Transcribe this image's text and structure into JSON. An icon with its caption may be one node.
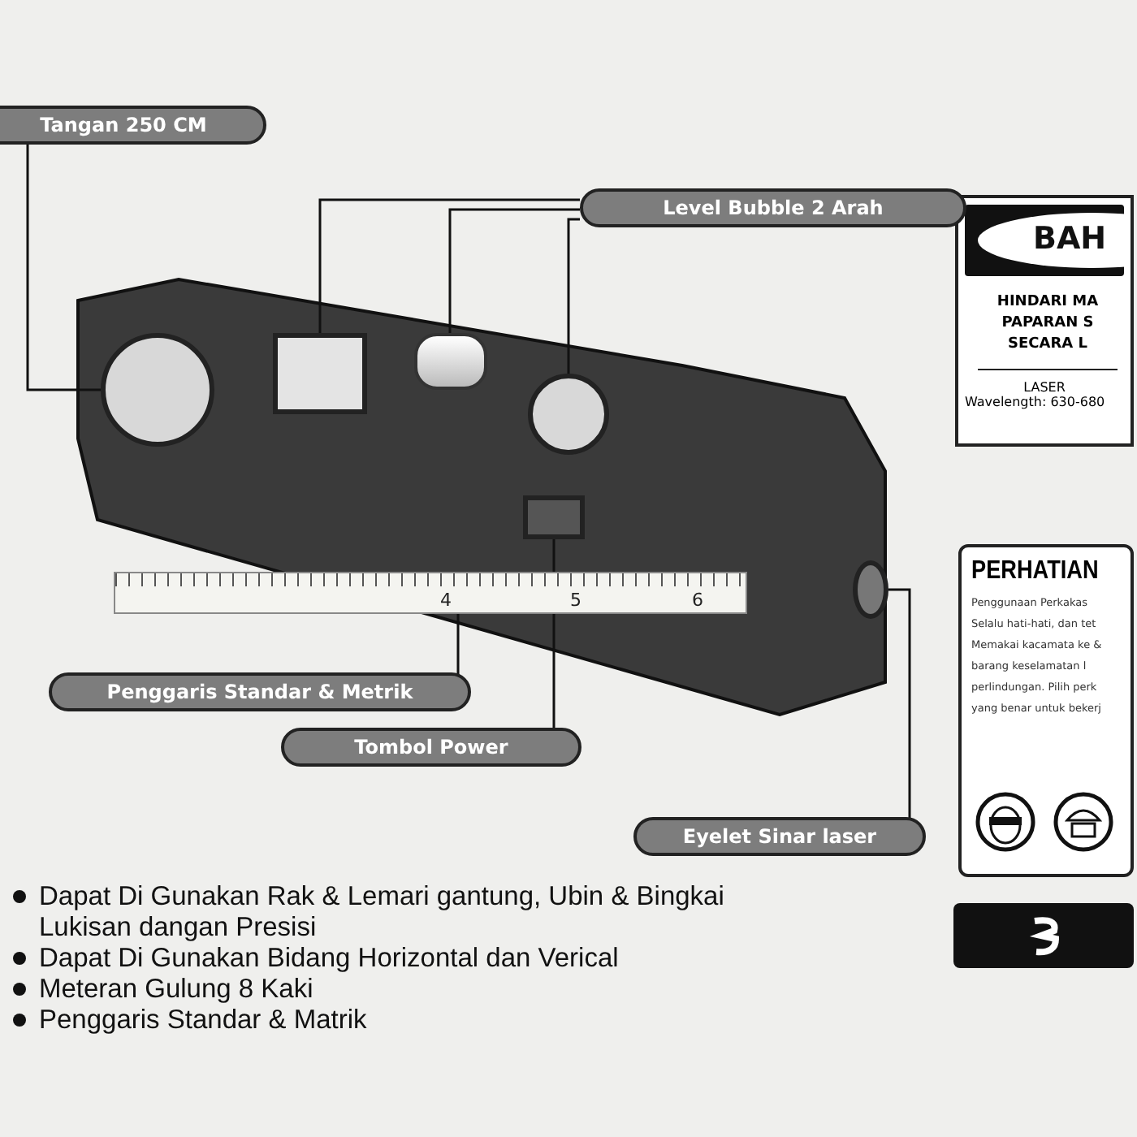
{
  "diagram": {
    "nodes": [
      {
        "text": [
          "Tangan 250 CM"
        ]
      },
      {
        "text": [
          "Level Bubble 2 Arah"
        ]
      },
      {
        "text": [
          "Penggaris Standar & Metrik"
        ]
      },
      {
        "text": [
          "Tombol Power"
        ]
      },
      {
        "text": [
          "Eyelet Sinar laser"
        ]
      },
      {
        "text": [],
        "shape": "picture"
      },
      {
        "text": [],
        "shape": "circle",
        "in": 5
      },
      {
        "text": [],
        "shape": "box",
        "in": 5
      },
      {
        "text": [],
        "shape": "cylinder",
        "in": 5
      },
      {
        "text": [],
        "shape": "circle",
        "in": 5
      },
      {
        "text": [],
        "shape": "bar",
        "in": 5
      },
      {
        "text": [],
        "shape": "box",
        "in": 5
      },
      {
        "text": [],
        "shape": "circle",
        "in": 5
      },
      {
        "text": [
          "BAH",
          "HINDARI MA PAPARAN S SECARA L",
          "LASER",
          "Wavelength: 630-680"
        ]
      },
      {
        "text": [
          "PERHATIAN",
          "Penggunaan Perkakas Selalu hati-hati, dan tet Memakai kacamata ke & barang keselamatan l perlindungan. Pilih perk yang benar untuk bekerj"
        ]
      }
    ],
    "edges": [
      {
        "from": 0,
        "to": 6,
        "arrow": "none"
      },
      {
        "from": 1,
        "to": 7,
        "arrow": "none"
      },
      {
        "from": 1,
        "to": 8,
        "arrow": "none"
      },
      {
        "from": 1,
        "to": 9,
        "arrow": "none"
      },
      {
        "from": 2,
        "to": 10,
        "arrow": "none"
      },
      {
        "from": 3,
        "to": 11,
        "arrow": "none"
      },
      {
        "from": 4,
        "to": 12,
        "arrow": "none"
      }
    ],
    "labels": [
      "4",
      "5",
      "6",
      "Dapat Di Gunakan Rak & Lemari gantung, Ubin & Bingkai Lukisan dangan Presisi",
      "Dapat Di Gunakan Bidang Horizontal dan Verical",
      "Meteran Gulung 8 Kaki",
      "Penggaris Standar & Matrik"
    ]
  }
}
